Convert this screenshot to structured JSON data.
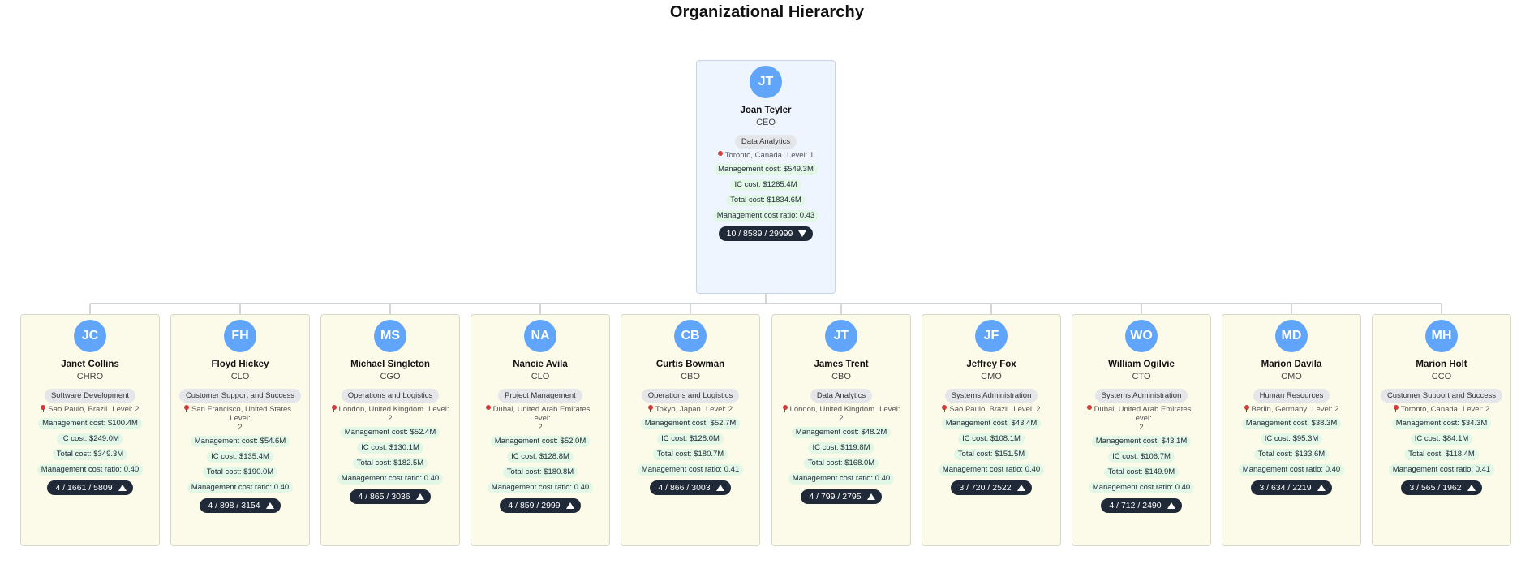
{
  "title": "Organizational Hierarchy",
  "colors": {
    "avatar": "#60a5fa",
    "root_card_bg": "#eef5ff",
    "child_card_bg": "#fcfbea",
    "metric_bg": "#e3f7e6",
    "dept_bg": "#e4e6ea",
    "pill_bg": "#1f2937",
    "connector": "#c4c8cc"
  },
  "labels": {
    "level_prefix": "Level: ",
    "mgmt_prefix": "Management cost: ",
    "ic_prefix": "IC cost: ",
    "total_prefix": "Total cost: ",
    "ratio_prefix": "Management cost ratio: "
  },
  "root": {
    "initials": "JT",
    "name": "Joan Teyler",
    "role": "CEO",
    "dept": "Data Analytics",
    "location": "Toronto, Canada",
    "level": "1",
    "mgmt_cost": "$549.3M",
    "ic_cost": "$1285.4M",
    "total_cost": "$1834.6M",
    "ratio": "0.43",
    "counts": "10 / 8589 / 29999",
    "expanded": true,
    "icon": "caret-down-icon"
  },
  "children": [
    {
      "initials": "JC",
      "name": "Janet Collins",
      "role": "CHRO",
      "dept": "Software Development",
      "location": "Sao Paulo, Brazil",
      "level": "2",
      "mgmt_cost": "$100.4M",
      "ic_cost": "$249.0M",
      "total_cost": "$349.3M",
      "ratio": "0.40",
      "counts": "4 / 1661 / 5809",
      "wrap": false
    },
    {
      "initials": "FH",
      "name": "Floyd Hickey",
      "role": "CLO",
      "dept": "Customer Support and Success",
      "location": "San Francisco, United States",
      "level": "2",
      "mgmt_cost": "$54.6M",
      "ic_cost": "$135.4M",
      "total_cost": "$190.0M",
      "ratio": "0.40",
      "counts": "4 / 898 / 3154",
      "wrap": true
    },
    {
      "initials": "MS",
      "name": "Michael Singleton",
      "role": "CGO",
      "dept": "Operations and Logistics",
      "location": "London, United Kingdom",
      "level": "2",
      "mgmt_cost": "$52.4M",
      "ic_cost": "$130.1M",
      "total_cost": "$182.5M",
      "ratio": "0.40",
      "counts": "4 / 865 / 3036",
      "wrap": true
    },
    {
      "initials": "NA",
      "name": "Nancie Avila",
      "role": "CLO",
      "dept": "Project Management",
      "location": "Dubai, United Arab Emirates",
      "level": "2",
      "mgmt_cost": "$52.0M",
      "ic_cost": "$128.8M",
      "total_cost": "$180.8M",
      "ratio": "0.40",
      "counts": "4 / 859 / 2999",
      "wrap": true
    },
    {
      "initials": "CB",
      "name": "Curtis Bowman",
      "role": "CBO",
      "dept": "Operations and Logistics",
      "location": "Tokyo, Japan",
      "level": "2",
      "mgmt_cost": "$52.7M",
      "ic_cost": "$128.0M",
      "total_cost": "$180.7M",
      "ratio": "0.41",
      "counts": "4 / 866 / 3003",
      "wrap": false
    },
    {
      "initials": "JT",
      "name": "James Trent",
      "role": "CBO",
      "dept": "Data Analytics",
      "location": "London, United Kingdom",
      "level": "2",
      "mgmt_cost": "$48.2M",
      "ic_cost": "$119.8M",
      "total_cost": "$168.0M",
      "ratio": "0.40",
      "counts": "4 / 799 / 2795",
      "wrap": true
    },
    {
      "initials": "JF",
      "name": "Jeffrey Fox",
      "role": "CMO",
      "dept": "Systems Administration",
      "location": "Sao Paulo, Brazil",
      "level": "2",
      "mgmt_cost": "$43.4M",
      "ic_cost": "$108.1M",
      "total_cost": "$151.5M",
      "ratio": "0.40",
      "counts": "3 / 720 / 2522",
      "wrap": false
    },
    {
      "initials": "WO",
      "name": "William Ogilvie",
      "role": "CTO",
      "dept": "Systems Administration",
      "location": "Dubai, United Arab Emirates",
      "level": "2",
      "mgmt_cost": "$43.1M",
      "ic_cost": "$106.7M",
      "total_cost": "$149.9M",
      "ratio": "0.40",
      "counts": "4 / 712 / 2490",
      "wrap": true
    },
    {
      "initials": "MD",
      "name": "Marion Davila",
      "role": "CMO",
      "dept": "Human Resources",
      "location": "Berlin, Germany",
      "level": "2",
      "mgmt_cost": "$38.3M",
      "ic_cost": "$95.3M",
      "total_cost": "$133.6M",
      "ratio": "0.40",
      "counts": "3 / 634 / 2219",
      "wrap": false
    },
    {
      "initials": "MH",
      "name": "Marion Holt",
      "role": "CCO",
      "dept": "Customer Support and Success",
      "location": "Toronto, Canada",
      "level": "2",
      "mgmt_cost": "$34.3M",
      "ic_cost": "$84.1M",
      "total_cost": "$118.4M",
      "ratio": "0.41",
      "counts": "3 / 565 / 1962",
      "wrap": false
    }
  ]
}
